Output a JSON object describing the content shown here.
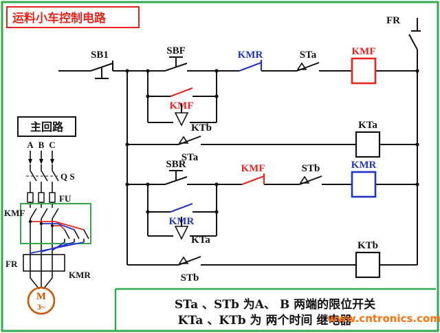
{
  "title": "运料小车控制电路",
  "control": {
    "fr_top": "FR",
    "sb1": "SB1",
    "sbf": "SBF",
    "kmr_nc": "KMR",
    "sta_no": "STa",
    "kmf_coil": "KMF",
    "kmf_hold": "KMF",
    "ktb_contact": "KTb",
    "sta_limit": "STa",
    "kta_coil": "KTa",
    "sbr": "SBR",
    "kmf_nc": "KMF",
    "stb_no": "STb",
    "kmr_coil": "KMR",
    "kmr_hold": "KMR",
    "kta_contact": "KTa",
    "stb_limit": "STb",
    "ktb_coil": "KTb"
  },
  "main": {
    "label": "主回路",
    "phases": [
      "A",
      "B",
      "C"
    ],
    "qs": "Q S",
    "fu": "FU",
    "kmf": "KMF",
    "kmr": "KMR",
    "fr": "FR",
    "motor": "M",
    "motor_phase": "3~"
  },
  "notes": {
    "line1": "STa 、STb 为A、 B 两端的限位开关",
    "line2": "KTa 、KTb 为 两个时间 继电器"
  },
  "watermark": "www.cntronics.com",
  "colors": {
    "red": "#e8241d",
    "blue": "#2233cc",
    "green": "#33a94e",
    "orange": "#ff6a00",
    "motor": "#cc5500"
  }
}
